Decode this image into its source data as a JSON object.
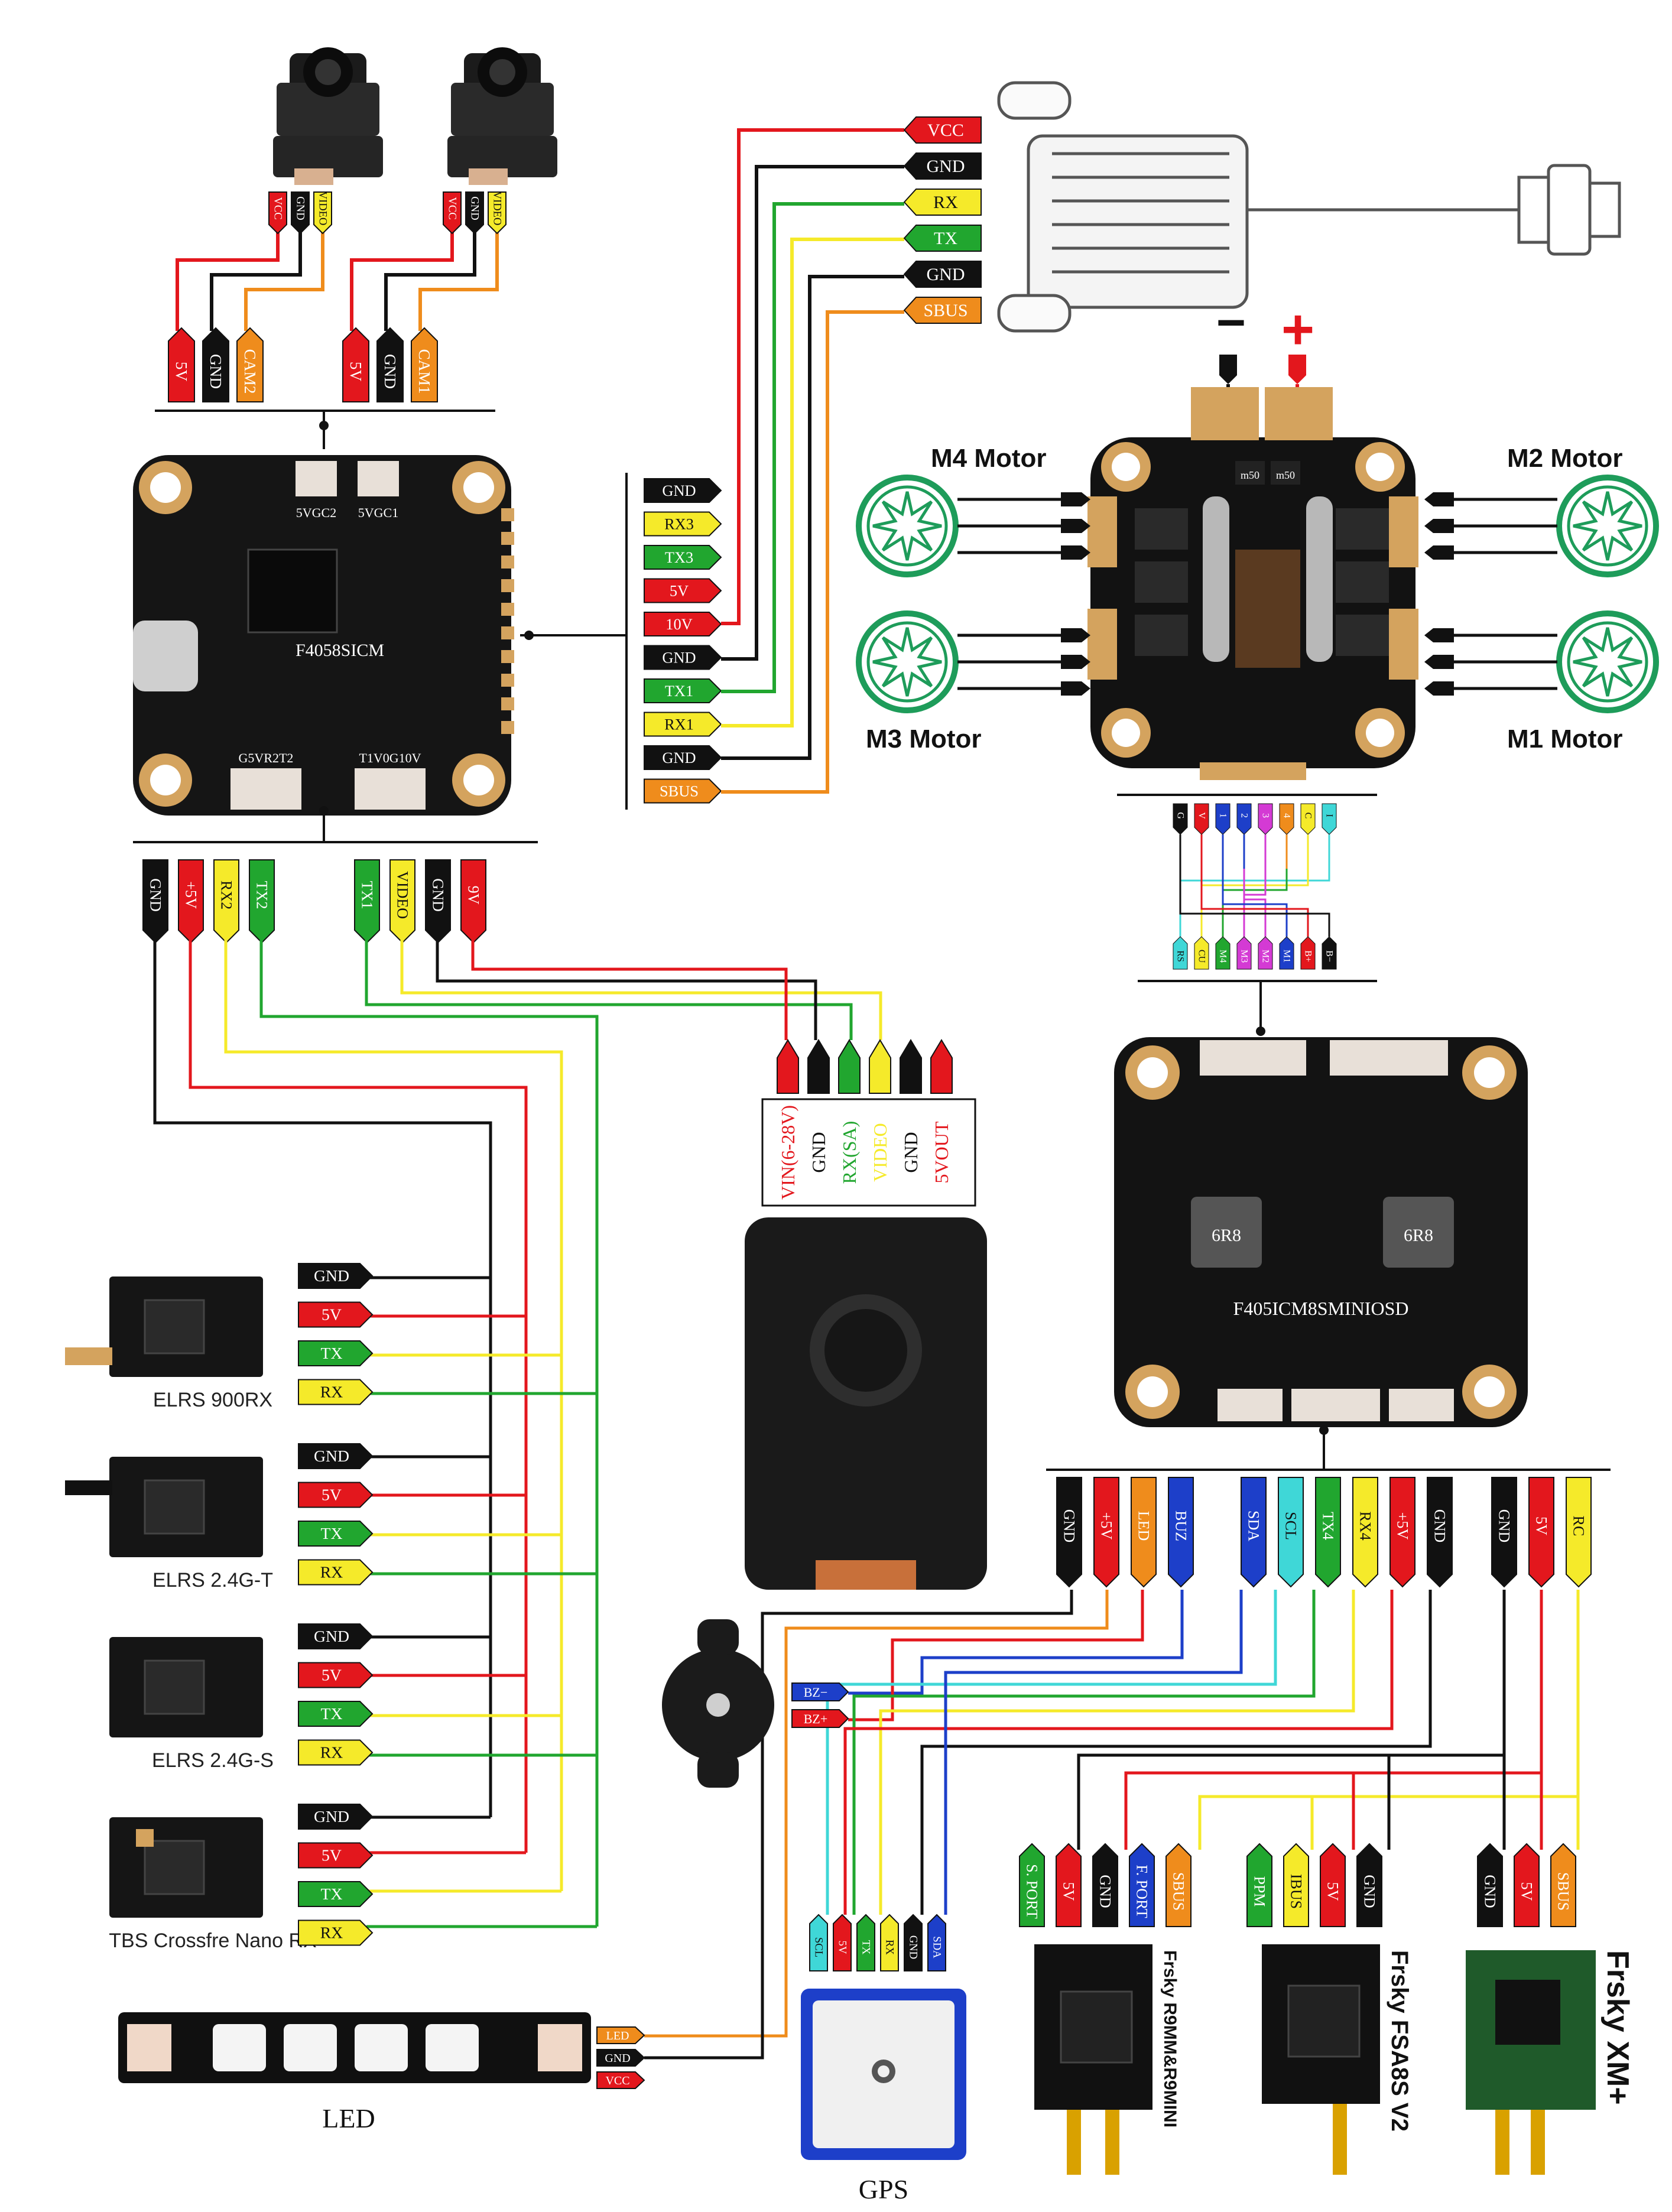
{
  "colors": {
    "red": "#e3171d",
    "black": "#111111",
    "yellow": "#f5ea2a",
    "green": "#21a62f",
    "orange": "#ef8c1c",
    "blue": "#1d3fc9",
    "cyan": "#3fd7d7",
    "magenta": "#d43ad4",
    "motor_green": "#1e9c5a"
  },
  "cameras": {
    "cam2_pins": [
      "VCC",
      "GND",
      "VIDEO"
    ],
    "cam1_pins": [
      "VCC",
      "GND",
      "VIDEO"
    ],
    "cam2_tags": [
      "5V",
      "GND",
      "CAM2"
    ],
    "cam1_tags": [
      "5V",
      "GND",
      "CAM1"
    ]
  },
  "vtx_top": {
    "tags": [
      "VCC",
      "GND",
      "RX",
      "TX",
      "GND",
      "SBUS"
    ]
  },
  "fc": {
    "model": "F4058SICM",
    "connector_labels": [
      "5VGC2",
      "5VGC1",
      "G5VR2T2",
      "T1V0G10V"
    ],
    "right_pins": [
      "GND",
      "RX3",
      "TX3",
      "5V",
      "10V",
      "GND",
      "TX1",
      "RX1",
      "GND",
      "SBUS"
    ],
    "bottom_left_tags": [
      "GND",
      "+5V",
      "RX2",
      "TX2"
    ],
    "bottom_right_tags": [
      "TX1",
      "VIDEO",
      "GND",
      "9V"
    ]
  },
  "vtx_module": {
    "pins": [
      "VIN(6-28V)",
      "GND",
      "RX(SA)",
      "VIDEO",
      "GND",
      "5VOUT"
    ]
  },
  "receivers": [
    {
      "name": "ELRS 900RX",
      "pins": [
        "GND",
        "5V",
        "TX",
        "RX"
      ]
    },
    {
      "name": "ELRS 2.4G-T",
      "pins": [
        "GND",
        "5V",
        "TX",
        "RX"
      ]
    },
    {
      "name": "ELRS 2.4G-S",
      "pins": [
        "GND",
        "5V",
        "TX",
        "RX"
      ]
    },
    {
      "name": "TBS Crossfre Nano RX",
      "pins": [
        "GND",
        "5V",
        "TX",
        "RX"
      ]
    }
  ],
  "esc": {
    "minus": "−",
    "plus": "+",
    "motors": [
      "M4 Motor",
      "M2 Motor",
      "M3 Motor",
      "M1 Motor"
    ],
    "chip_labels": [
      "m50",
      "m50"
    ],
    "top_pins": [
      "G",
      "V",
      "1",
      "2",
      "3",
      "4",
      "C",
      "I"
    ],
    "bottom_pins": [
      "RS",
      "CU",
      "M4",
      "M3",
      "M2",
      "M1",
      "B+",
      "B−"
    ]
  },
  "fc2": {
    "model": "F405ICM8SMINIOSD",
    "inductors": [
      "6R8",
      "6R8"
    ],
    "group1": [
      "GND",
      "+5V",
      "LED",
      "BUZ"
    ],
    "group2": [
      "SDA",
      "SCL",
      "TX4",
      "RX4",
      "+5V",
      "GND"
    ],
    "group3": [
      "GND",
      "5V",
      "RC"
    ]
  },
  "buzzer": {
    "pins": [
      "BZ−",
      "BZ+"
    ]
  },
  "led": {
    "label": "LED",
    "pins": [
      "LED",
      "GND",
      "VCC"
    ]
  },
  "gps": {
    "label": "GPS",
    "pins": [
      "SCL",
      "5V",
      "TX",
      "RX",
      "GND",
      "SDA"
    ]
  },
  "frsky": [
    {
      "name": "Frsky R9MM&R9MINI",
      "pins": [
        "S. PORT",
        "5V",
        "GND",
        "F. PORT",
        "SBUS"
      ]
    },
    {
      "name": "Frsky FSA8S V2",
      "pins": [
        "PPM",
        "IBUS",
        "5V",
        "GND"
      ]
    },
    {
      "name": "Frsky XM+",
      "pins": [
        "GND",
        "5V",
        "SBUS"
      ]
    }
  ]
}
